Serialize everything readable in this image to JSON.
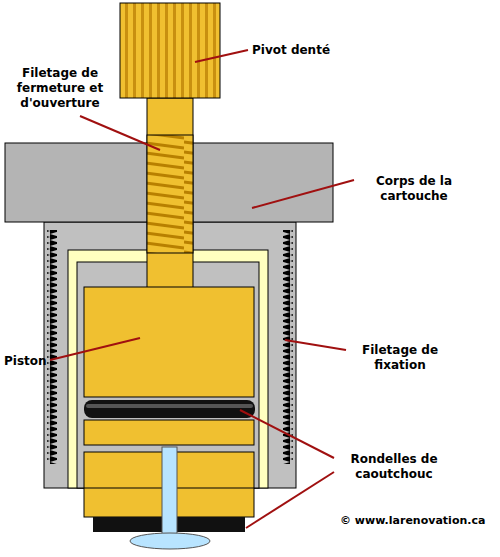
{
  "diagram": {
    "labels": [
      "Pivot denté",
      "Filetage de fermeture et d'ouverture",
      "Corps de la cartouche",
      "Piston",
      "Filetage de fixation",
      "Rondelles de caoutchouc",
      "© www.larenovation.ca"
    ]
  }
}
